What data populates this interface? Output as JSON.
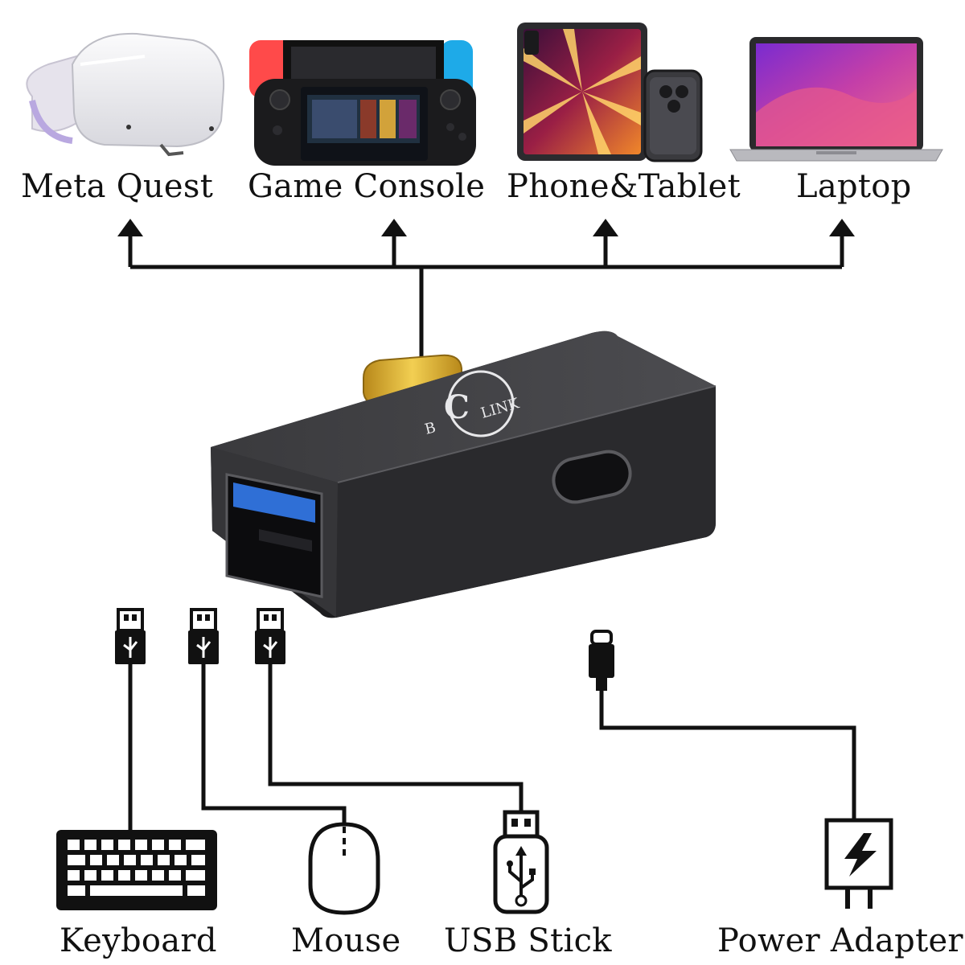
{
  "devices": {
    "meta_quest": "Meta Quest",
    "game_console": "Game Console",
    "phone_tablet": "Phone&Tablet",
    "laptop": "Laptop"
  },
  "peripherals": {
    "keyboard": "Keyboard",
    "mouse": "Mouse",
    "usb_stick": "USB Stick",
    "power_adapter": "Power Adapter"
  },
  "adapter": {
    "brand": "LINK",
    "brand_initial": "B",
    "brand_mark": "C"
  },
  "colors": {
    "line": "#111111",
    "adapter_body": "#2a2a2c",
    "usb_port_blue": "#2f6fd6",
    "connector_gold": "#d9ac2a"
  },
  "icons": [
    "vr-headset-icon",
    "handheld-console-icon",
    "tablet-icon",
    "phone-icon",
    "laptop-icon",
    "keyboard-icon",
    "mouse-icon",
    "usb-stick-icon",
    "power-adapter-icon",
    "usb-a-plug-icon",
    "usb-c-plug-icon"
  ]
}
